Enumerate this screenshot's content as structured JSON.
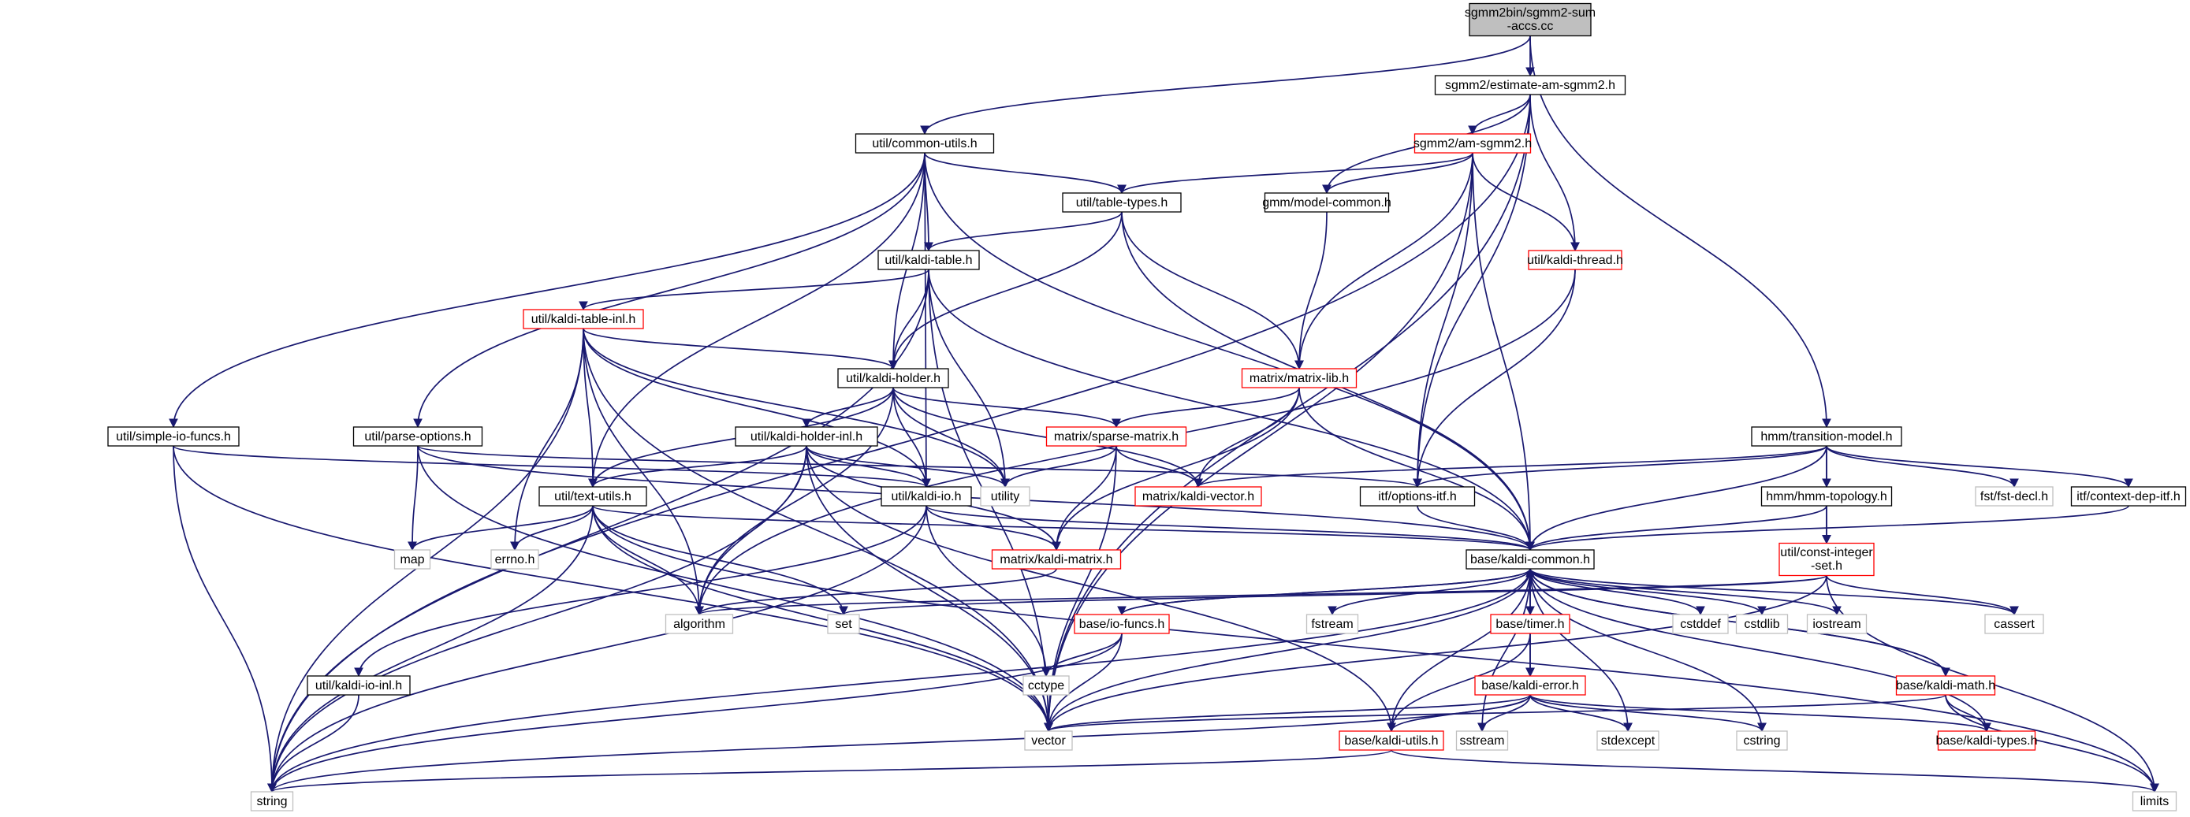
{
  "colors": {
    "edge": "#191970",
    "node_border": "#000000",
    "link_border": "#ff0000",
    "system_border": "#bfbfbf",
    "root_fill": "#bfbfbf",
    "text": "#000000",
    "system_text": "#000000"
  },
  "nodes": [
    {
      "id": "root",
      "label1": "sgmm2bin/sgmm2-sum",
      "label2": "-accs.cc",
      "kind": "root"
    },
    {
      "id": "estimate",
      "label1": "sgmm2/estimate-am-sgmm2.h",
      "kind": "normal"
    },
    {
      "id": "transition",
      "label1": "hmm/transition-model.h",
      "kind": "normal"
    },
    {
      "id": "commonutils",
      "label1": "util/common-utils.h",
      "kind": "normal"
    },
    {
      "id": "amsgmm2",
      "label1": "sgmm2/am-sgmm2.h",
      "kind": "link"
    },
    {
      "id": "tabletypes",
      "label1": "util/table-types.h",
      "kind": "normal"
    },
    {
      "id": "modelcommon",
      "label1": "gmm/model-common.h",
      "kind": "normal"
    },
    {
      "id": "kthread",
      "label1": "util/kaldi-thread.h",
      "kind": "link"
    },
    {
      "id": "ktable",
      "label1": "util/kaldi-table.h",
      "kind": "normal"
    },
    {
      "id": "ktableinl",
      "label1": "util/kaldi-table-inl.h",
      "kind": "link"
    },
    {
      "id": "kholder",
      "label1": "util/kaldi-holder.h",
      "kind": "normal"
    },
    {
      "id": "matrixlib",
      "label1": "matrix/matrix-lib.h",
      "kind": "link"
    },
    {
      "id": "simpleio",
      "label1": "util/simple-io-funcs.h",
      "kind": "normal"
    },
    {
      "id": "parseopts",
      "label1": "util/parse-options.h",
      "kind": "normal"
    },
    {
      "id": "kholderinl",
      "label1": "util/kaldi-holder-inl.h",
      "kind": "normal"
    },
    {
      "id": "sparse",
      "label1": "matrix/sparse-matrix.h",
      "kind": "link"
    },
    {
      "id": "utility",
      "label1": "utility",
      "kind": "system"
    },
    {
      "id": "kvector",
      "label1": "matrix/kaldi-vector.h",
      "kind": "link"
    },
    {
      "id": "optionsitf",
      "label1": "itf/options-itf.h",
      "kind": "normal"
    },
    {
      "id": "hmmtopo",
      "label1": "hmm/hmm-topology.h",
      "kind": "normal"
    },
    {
      "id": "fstdecl",
      "label1": "fst/fst-decl.h",
      "kind": "system"
    },
    {
      "id": "ctxdep",
      "label1": "itf/context-dep-itf.h",
      "kind": "normal"
    },
    {
      "id": "textutils",
      "label1": "util/text-utils.h",
      "kind": "normal"
    },
    {
      "id": "kio",
      "label1": "util/kaldi-io.h",
      "kind": "normal"
    },
    {
      "id": "map",
      "label1": "map",
      "kind": "system"
    },
    {
      "id": "errno",
      "label1": "errno.h",
      "kind": "system"
    },
    {
      "id": "kmatrix",
      "label1": "matrix/kaldi-matrix.h",
      "kind": "link"
    },
    {
      "id": "kcommon",
      "label1": "base/kaldi-common.h",
      "kind": "normal"
    },
    {
      "id": "constint",
      "label1": "util/const-integer",
      "label2": "-set.h",
      "kind": "link"
    },
    {
      "id": "algorithm",
      "label1": "algorithm",
      "kind": "system"
    },
    {
      "id": "set",
      "label1": "set",
      "kind": "system"
    },
    {
      "id": "iofuncs",
      "label1": "base/io-funcs.h",
      "kind": "link"
    },
    {
      "id": "fstream",
      "label1": "fstream",
      "kind": "system"
    },
    {
      "id": "timer",
      "label1": "base/timer.h",
      "kind": "link"
    },
    {
      "id": "cstddef",
      "label1": "cstddef",
      "kind": "system"
    },
    {
      "id": "cstdlib",
      "label1": "cstdlib",
      "kind": "system"
    },
    {
      "id": "iostream",
      "label1": "iostream",
      "kind": "system"
    },
    {
      "id": "cassert",
      "label1": "cassert",
      "kind": "system"
    },
    {
      "id": "kioinl",
      "label1": "util/kaldi-io-inl.h",
      "kind": "normal"
    },
    {
      "id": "cctype",
      "label1": "cctype",
      "kind": "system"
    },
    {
      "id": "kerror",
      "label1": "base/kaldi-error.h",
      "kind": "link"
    },
    {
      "id": "kmath",
      "label1": "base/kaldi-math.h",
      "kind": "link"
    },
    {
      "id": "vector",
      "label1": "vector",
      "kind": "system"
    },
    {
      "id": "sstream",
      "label1": "sstream",
      "kind": "system"
    },
    {
      "id": "stdexcept",
      "label1": "stdexcept",
      "kind": "system"
    },
    {
      "id": "cstring",
      "label1": "cstring",
      "kind": "system"
    },
    {
      "id": "ktypes",
      "label1": "base/kaldi-types.h",
      "kind": "link"
    },
    {
      "id": "kutils",
      "label1": "base/kaldi-utils.h",
      "kind": "link"
    },
    {
      "id": "string",
      "label1": "string",
      "kind": "system"
    },
    {
      "id": "limits",
      "label1": "limits",
      "kind": "system"
    }
  ],
  "edges": [
    [
      "root",
      "estimate"
    ],
    [
      "root",
      "transition"
    ],
    [
      "root",
      "commonutils"
    ],
    [
      "estimate",
      "amsgmm2"
    ],
    [
      "estimate",
      "modelcommon"
    ],
    [
      "estimate",
      "kthread"
    ],
    [
      "estimate",
      "optionsitf"
    ],
    [
      "estimate",
      "string"
    ],
    [
      "estimate",
      "vector"
    ],
    [
      "commonutils",
      "tabletypes"
    ],
    [
      "commonutils",
      "ktable"
    ],
    [
      "commonutils",
      "kholder"
    ],
    [
      "commonutils",
      "kio"
    ],
    [
      "commonutils",
      "kcommon"
    ],
    [
      "commonutils",
      "simpleio"
    ],
    [
      "commonutils",
      "parseopts"
    ],
    [
      "commonutils",
      "textutils"
    ],
    [
      "amsgmm2",
      "tabletypes"
    ],
    [
      "amsgmm2",
      "modelcommon"
    ],
    [
      "amsgmm2",
      "kthread"
    ],
    [
      "amsgmm2",
      "matrixlib"
    ],
    [
      "amsgmm2",
      "optionsitf"
    ],
    [
      "amsgmm2",
      "kcommon"
    ],
    [
      "amsgmm2",
      "vector"
    ],
    [
      "tabletypes",
      "ktable"
    ],
    [
      "tabletypes",
      "kholder"
    ],
    [
      "tabletypes",
      "matrixlib"
    ],
    [
      "tabletypes",
      "kcommon"
    ],
    [
      "modelcommon",
      "matrixlib"
    ],
    [
      "kthread",
      "optionsitf"
    ],
    [
      "kthread",
      "algorithm"
    ],
    [
      "ktable",
      "ktableinl"
    ],
    [
      "ktable",
      "kholder"
    ],
    [
      "ktable",
      "utility"
    ],
    [
      "ktable",
      "kcommon"
    ],
    [
      "ktable",
      "string"
    ],
    [
      "ktable",
      "vector"
    ],
    [
      "ktableinl",
      "kholder"
    ],
    [
      "ktableinl",
      "textutils"
    ],
    [
      "ktableinl",
      "kio"
    ],
    [
      "ktableinl",
      "errno"
    ],
    [
      "ktableinl",
      "utility"
    ],
    [
      "ktableinl",
      "string"
    ],
    [
      "ktableinl",
      "vector"
    ],
    [
      "ktableinl",
      "algorithm"
    ],
    [
      "kholder",
      "kholderinl"
    ],
    [
      "kholder",
      "textutils"
    ],
    [
      "kholder",
      "kio"
    ],
    [
      "kholder",
      "sparse"
    ],
    [
      "kholder",
      "kvector"
    ],
    [
      "kholder",
      "algorithm"
    ],
    [
      "kholder",
      "utility"
    ],
    [
      "matrixlib",
      "sparse"
    ],
    [
      "matrixlib",
      "kvector"
    ],
    [
      "matrixlib",
      "kmatrix"
    ],
    [
      "matrixlib",
      "kcommon"
    ],
    [
      "sparse",
      "kvector"
    ],
    [
      "sparse",
      "kmatrix"
    ],
    [
      "sparse",
      "utility"
    ],
    [
      "sparse",
      "vector"
    ],
    [
      "simpleio",
      "kio"
    ],
    [
      "simpleio",
      "string"
    ],
    [
      "simpleio",
      "vector"
    ],
    [
      "parseopts",
      "optionsitf"
    ],
    [
      "parseopts",
      "map"
    ],
    [
      "parseopts",
      "kcommon"
    ],
    [
      "parseopts",
      "vector"
    ],
    [
      "kholderinl",
      "kio"
    ],
    [
      "kholderinl",
      "textutils"
    ],
    [
      "kholderinl",
      "kmatrix"
    ],
    [
      "kholderinl",
      "kutils"
    ],
    [
      "kholderinl",
      "algorithm"
    ],
    [
      "kholderinl",
      "vector"
    ],
    [
      "kholderinl",
      "utility"
    ],
    [
      "kholderinl",
      "string"
    ],
    [
      "textutils",
      "map"
    ],
    [
      "textutils",
      "errno"
    ],
    [
      "textutils",
      "set"
    ],
    [
      "textutils",
      "algorithm"
    ],
    [
      "textutils",
      "string"
    ],
    [
      "textutils",
      "vector"
    ],
    [
      "textutils",
      "limits"
    ],
    [
      "textutils",
      "kcommon"
    ],
    [
      "kio",
      "kcommon"
    ],
    [
      "kio",
      "kmatrix"
    ],
    [
      "kio",
      "kioinl"
    ],
    [
      "kio",
      "cctype"
    ],
    [
      "kio",
      "string"
    ],
    [
      "kioinl",
      "string"
    ],
    [
      "transition",
      "hmmtopo"
    ],
    [
      "transition",
      "kvector"
    ],
    [
      "transition",
      "optionsitf"
    ],
    [
      "transition",
      "fstdecl"
    ],
    [
      "transition",
      "ctxdep"
    ],
    [
      "transition",
      "constint"
    ],
    [
      "transition",
      "kcommon"
    ],
    [
      "hmmtopo",
      "kcommon"
    ],
    [
      "hmmtopo",
      "constint"
    ],
    [
      "ctxdep",
      "kcommon"
    ],
    [
      "constint",
      "algorithm"
    ],
    [
      "constint",
      "vector"
    ],
    [
      "constint",
      "limits"
    ],
    [
      "constint",
      "set"
    ],
    [
      "constint",
      "cassert"
    ],
    [
      "optionsitf",
      "kcommon"
    ],
    [
      "kmatrix",
      "algorithm"
    ],
    [
      "kcommon",
      "iofuncs"
    ],
    [
      "kcommon",
      "fstream"
    ],
    [
      "kcommon",
      "timer"
    ],
    [
      "kcommon",
      "cstddef"
    ],
    [
      "kcommon",
      "cstdlib"
    ],
    [
      "kcommon",
      "iostream"
    ],
    [
      "kcommon",
      "cassert"
    ],
    [
      "kcommon",
      "kerror"
    ],
    [
      "kcommon",
      "kmath"
    ],
    [
      "kcommon",
      "ktypes"
    ],
    [
      "kcommon",
      "kutils"
    ],
    [
      "kcommon",
      "sstream"
    ],
    [
      "kcommon",
      "stdexcept"
    ],
    [
      "kcommon",
      "cstring"
    ],
    [
      "kcommon",
      "string"
    ],
    [
      "kcommon",
      "vector"
    ],
    [
      "iofuncs",
      "cctype"
    ],
    [
      "iofuncs",
      "vector"
    ],
    [
      "iofuncs",
      "string"
    ],
    [
      "iofuncs",
      "kcommon"
    ],
    [
      "timer",
      "kerror"
    ],
    [
      "timer",
      "kutils"
    ],
    [
      "kerror",
      "vector"
    ],
    [
      "kerror",
      "sstream"
    ],
    [
      "kerror",
      "stdexcept"
    ],
    [
      "kerror",
      "cstring"
    ],
    [
      "kerror",
      "ktypes"
    ],
    [
      "kerror",
      "kutils"
    ],
    [
      "kerror",
      "string"
    ],
    [
      "kmath",
      "ktypes"
    ],
    [
      "kmath",
      "limits"
    ],
    [
      "kmath",
      "vector"
    ],
    [
      "kmath",
      "kcommon"
    ],
    [
      "kutils",
      "string"
    ],
    [
      "kutils",
      "limits"
    ]
  ]
}
